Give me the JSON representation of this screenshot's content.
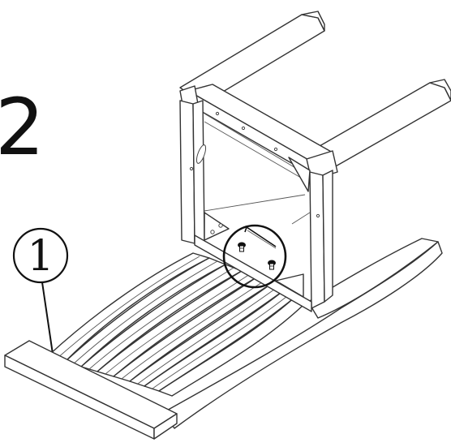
{
  "step": {
    "number": "2"
  },
  "callout": {
    "label": "1"
  },
  "colors": {
    "line": "#333333",
    "ink": "#111111",
    "background": "#ffffff"
  },
  "parts": {
    "fasteners_in_detail": 2,
    "tool_in_detail": "hex-key"
  }
}
